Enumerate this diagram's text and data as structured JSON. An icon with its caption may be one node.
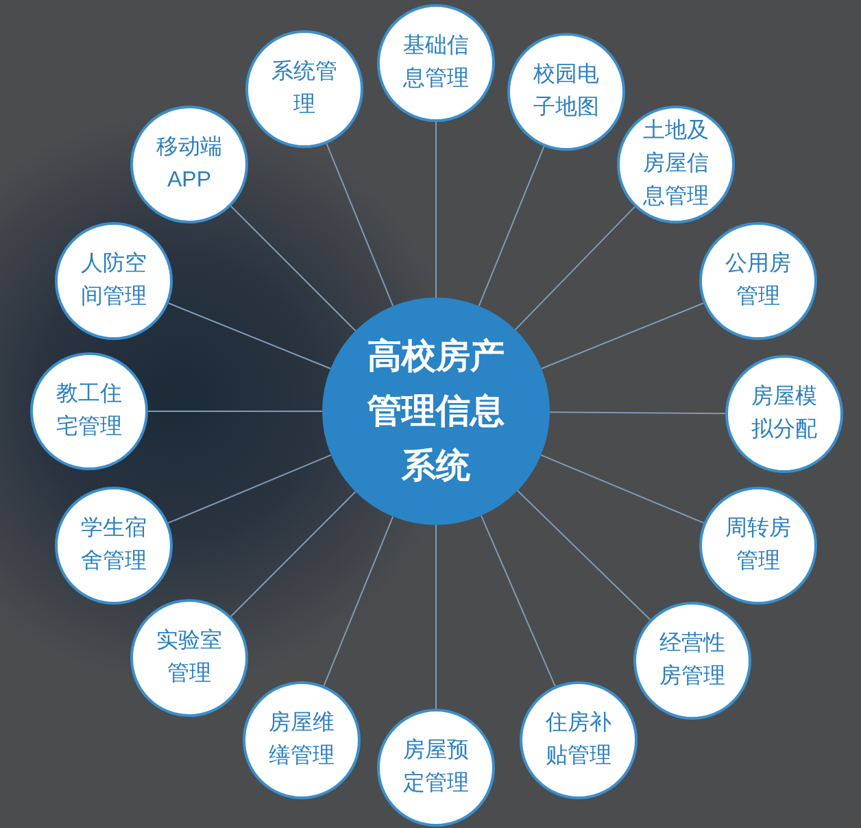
{
  "diagram": {
    "nodes": [
      {
        "text": [
          "高校房产管理信息系统"
        ]
      },
      {
        "text": [
          "基础信息管理"
        ]
      },
      {
        "text": [
          "校园电子地图"
        ]
      },
      {
        "text": [
          "土地及房屋信息管理"
        ]
      },
      {
        "text": [
          "公用房管理"
        ]
      },
      {
        "text": [
          "房屋模拟分配"
        ]
      },
      {
        "text": [
          "周转房管理"
        ]
      },
      {
        "text": [
          "经营性房管理"
        ]
      },
      {
        "text": [
          "住房补贴管理"
        ]
      },
      {
        "text": [
          "房屋预定管理"
        ]
      },
      {
        "text": [
          "房屋维缮管理"
        ]
      },
      {
        "text": [
          "实验室管理"
        ]
      },
      {
        "text": [
          "学生宿舍管理"
        ]
      },
      {
        "text": [
          "教工住宅管理"
        ]
      },
      {
        "text": [
          "人防空间管理"
        ]
      },
      {
        "text": [
          "移动端APP"
        ]
      },
      {
        "text": [
          "系统管理"
        ]
      }
    ],
    "edges": [
      {
        "from": 0,
        "to": 1,
        "arrow": "none"
      },
      {
        "from": 0,
        "to": 2,
        "arrow": "none"
      },
      {
        "from": 0,
        "to": 3,
        "arrow": "none"
      },
      {
        "from": 0,
        "to": 4,
        "arrow": "none"
      },
      {
        "from": 0,
        "to": 5,
        "arrow": "none"
      },
      {
        "from": 0,
        "to": 6,
        "arrow": "none"
      },
      {
        "from": 0,
        "to": 7,
        "arrow": "none"
      },
      {
        "from": 0,
        "to": 8,
        "arrow": "none"
      },
      {
        "from": 0,
        "to": 9,
        "arrow": "none"
      },
      {
        "from": 0,
        "to": 10,
        "arrow": "none"
      },
      {
        "from": 0,
        "to": 11,
        "arrow": "none"
      },
      {
        "from": 0,
        "to": 12,
        "arrow": "none"
      },
      {
        "from": 0,
        "to": 13,
        "arrow": "none"
      },
      {
        "from": 0,
        "to": 14,
        "arrow": "none"
      },
      {
        "from": 0,
        "to": 15,
        "arrow": "none"
      },
      {
        "from": 0,
        "to": 16,
        "arrow": "none"
      }
    ]
  }
}
